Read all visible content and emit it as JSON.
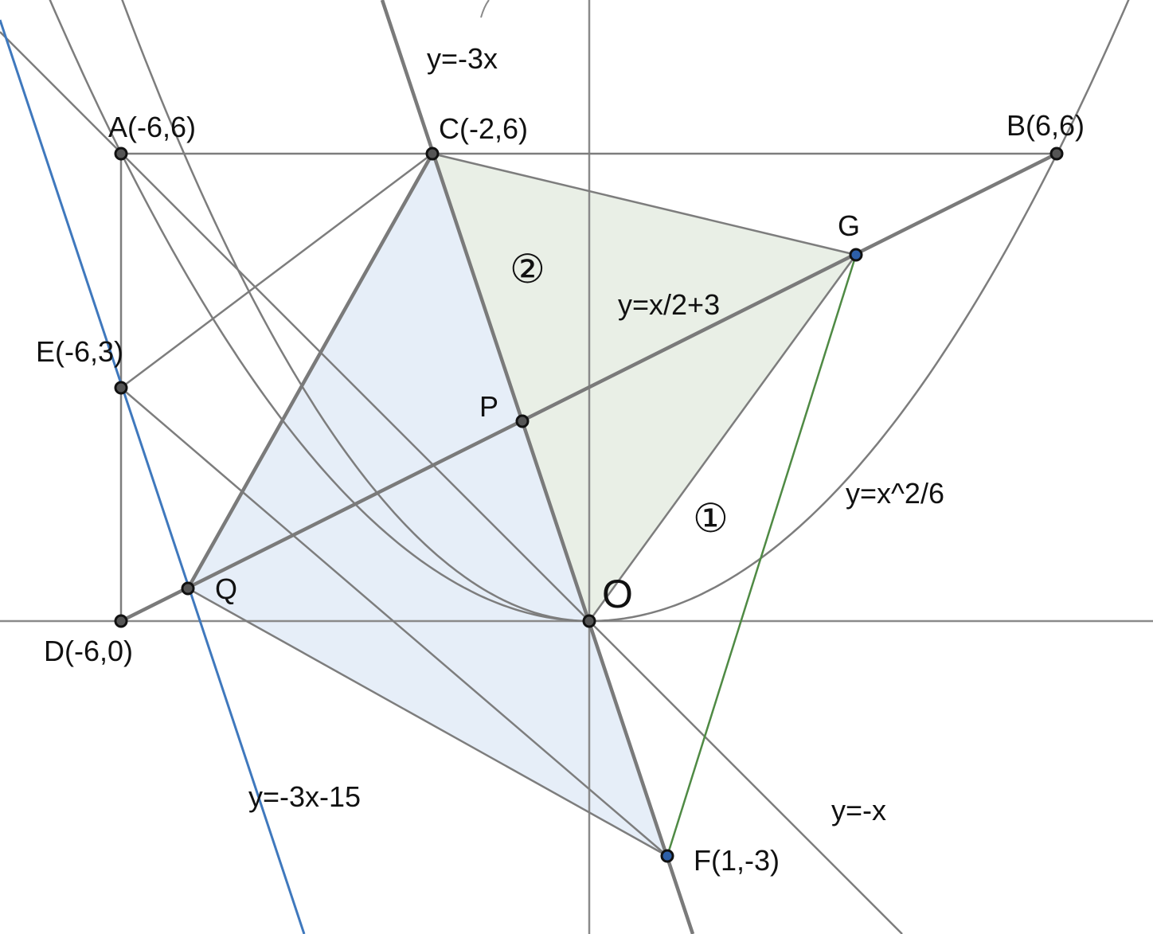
{
  "figure": {
    "points": [
      {
        "id": "A",
        "label": "A(-6,6)",
        "x": -6,
        "y": 6,
        "style": "gray"
      },
      {
        "id": "B",
        "label": "B(6,6)",
        "x": 6,
        "y": 6,
        "style": "gray"
      },
      {
        "id": "C",
        "label": "C(-2,6)",
        "x": -2,
        "y": 6,
        "style": "gray"
      },
      {
        "id": "D",
        "label": "D(-6,0)",
        "x": -6,
        "y": 0,
        "style": "gray"
      },
      {
        "id": "E",
        "label": "E(-6,3)",
        "x": -6,
        "y": 3,
        "style": "gray"
      },
      {
        "id": "F",
        "label": "F(1,-3)",
        "x": 1,
        "y": -3,
        "style": "blue"
      },
      {
        "id": "G",
        "label": "G",
        "x": 3.414,
        "y": 4.707,
        "style": "blue"
      },
      {
        "id": "P",
        "label": "P",
        "x": -0.857,
        "y": 2.571,
        "style": "gray"
      },
      {
        "id": "Q",
        "label": "Q",
        "x": -5.143,
        "y": 0.429,
        "style": "gray"
      },
      {
        "id": "O",
        "label": "O",
        "x": 0,
        "y": 0,
        "style": "gray"
      }
    ],
    "line_labels": {
      "y_neg3x": "y=-3x",
      "y_half": "y=x/2+3",
      "parabola": "y=x^2/6",
      "y_negx": "y=-x",
      "y_neg3x_15": "y=-3x-15"
    },
    "region_labels": {
      "one": "①",
      "two": "②"
    },
    "colors": {
      "blue_line": "#3f78bd",
      "green_line": "#4f8a44",
      "region_blue": "#e6eef8",
      "region_green": "#e9efe6",
      "line_gray": "#7d7d7d"
    }
  }
}
